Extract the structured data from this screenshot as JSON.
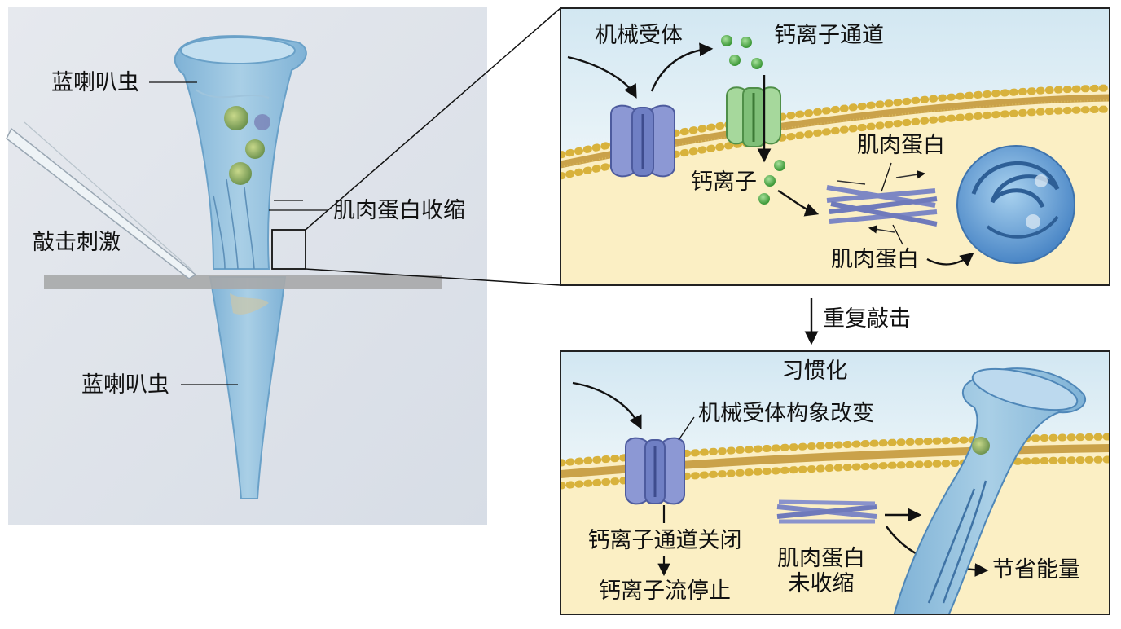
{
  "micrograph": {
    "label_organism_top": "蓝喇叭虫",
    "label_organism_bottom": "蓝喇叭虫",
    "label_stimulus": "敲击刺激",
    "label_contraction": "肌肉蛋白收缩"
  },
  "panel_top": {
    "label_mechanoreceptor": "机械受体",
    "label_calcium_channel": "钙离子通道",
    "label_calcium_ions": "钙离子",
    "label_myosin_top": "肌肉蛋白",
    "label_myosin_bottom": "肌肉蛋白"
  },
  "between": {
    "label_repeat": "重复敲击"
  },
  "panel_bottom": {
    "title": "习惯化",
    "label_conformation": "机械受体构象改变",
    "label_channel_closed": "钙离子通道关闭",
    "label_flow_stop": "钙离子流停止",
    "label_myosin_line1": "肌肉蛋白",
    "label_myosin_line2": "未收缩",
    "label_save_energy": "节省能量"
  },
  "colors": {
    "cell_blue": "#8db9d8",
    "membrane_yellow": "#e8c54a",
    "cytoplasm": "#fbefc4",
    "extracellular": "#dcecf5",
    "receptor": "#7f8fd0",
    "channel": "#8fc98a",
    "calcium": "#5bb04f",
    "background_photo": "#dde3ea"
  }
}
